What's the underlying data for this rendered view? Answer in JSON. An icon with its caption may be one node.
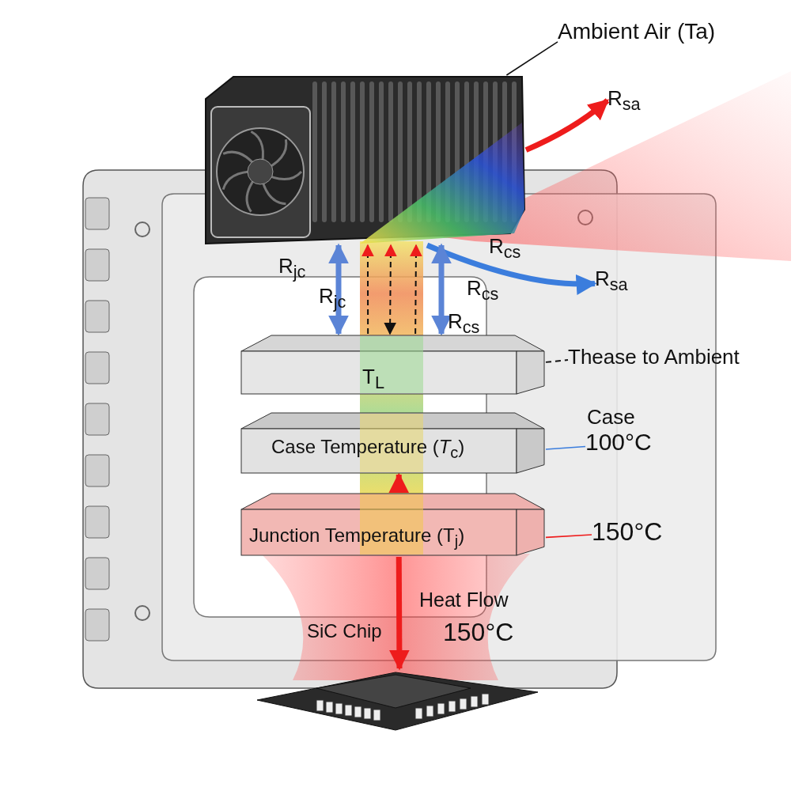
{
  "diagram": {
    "nodes": [
      {
        "text": [],
        "shape": "picture"
      },
      {
        "text": [
          "T$_{L}$"
        ]
      },
      {
        "text": [
          "Case Temperature (*T*$_{c}$)"
        ]
      },
      {
        "text": [
          "Junction Temperature (T$_{j}$)"
        ]
      },
      {
        "text": [],
        "shape": "picture"
      },
      {
        "text": [
          "Ambient Air (Ta)"
        ]
      },
      {
        "text": [
          "R$_{sa}$"
        ]
      },
      {
        "text": [
          "R$_{sa}$"
        ]
      },
      {
        "text": [
          "Case",
          "100°C"
        ]
      },
      {
        "text": [
          "150°C"
        ]
      },
      {
        "text": [
          "Thease to Ambient"
        ]
      }
    ],
    "edges": [
      {
        "from": 5,
        "to": 0,
        "arrow": "none"
      },
      {
        "from": 0,
        "to": 6,
        "arrow": "to",
        "style": "thick",
        "color": "#ee1c1c"
      },
      {
        "from": 0,
        "to": 7,
        "arrow": "to",
        "label": "R$_{cs}$",
        "style": "thick",
        "color": "#3b7ddd"
      },
      {
        "from": 2,
        "to": 8,
        "arrow": "none",
        "color": "#3b7ddd"
      },
      {
        "from": 3,
        "to": 9,
        "arrow": "none",
        "color": "#ee1c1c"
      },
      {
        "from": 1,
        "to": 10,
        "arrow": "none",
        "style": "dashed"
      },
      {
        "from": 3,
        "to": 2,
        "arrow": "to",
        "style": "thick",
        "color": "#ee1c1c"
      },
      {
        "from": 3,
        "to": 4,
        "arrow": "to",
        "style": "thick",
        "color": "#ee1c1c"
      },
      {
        "from": 1,
        "to": 0,
        "arrow": "to",
        "style": "dashed"
      },
      {
        "from": 1,
        "to": 0,
        "arrow": "both",
        "style": "dashed"
      },
      {
        "from": 1,
        "to": 0,
        "arrow": "to",
        "style": "dashed"
      },
      {
        "from": 1,
        "to": 0,
        "arrow": "both",
        "label": "R$_{jc}$",
        "style": "thick",
        "color": "#5b84d6"
      },
      {
        "from": 1,
        "to": 0,
        "arrow": "both",
        "label": "R$_{cs}$",
        "style": "thick",
        "color": "#5b84d6"
      }
    ],
    "labels": [
      "R$_{jc}$",
      "R$_{cs}$",
      "Heat Flow",
      "SiC Chip",
      "150°C"
    ]
  }
}
